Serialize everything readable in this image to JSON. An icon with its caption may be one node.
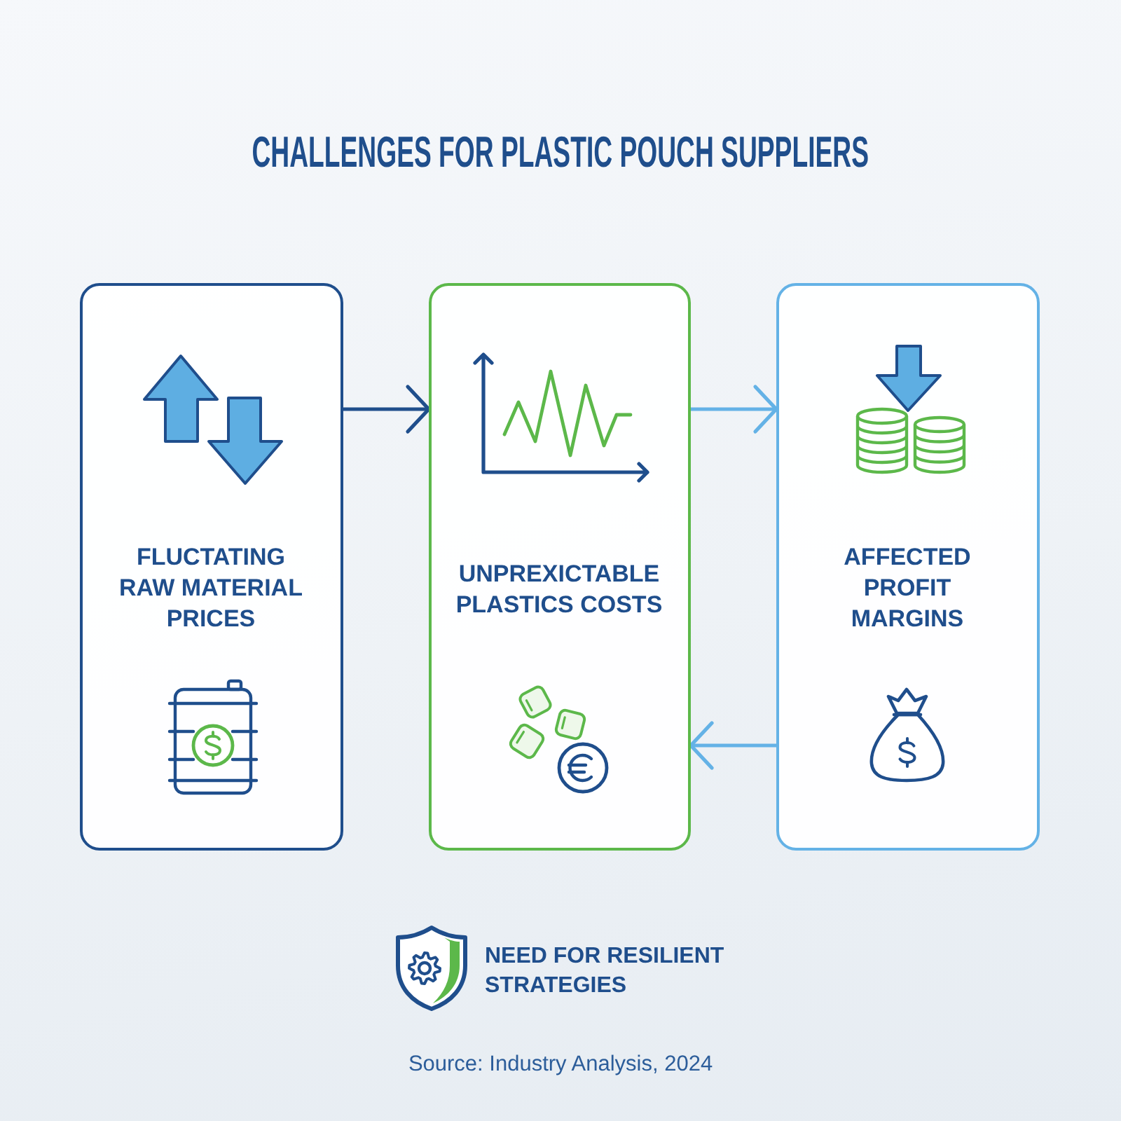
{
  "diagram": {
    "title": "CHALLENGES FOR PLASTIC POUCH SUPPLIERS",
    "nodes": [
      {
        "text": [
          "FLUCTATING RAW MATERIAL PRICES"
        ]
      },
      {
        "text": [
          "UNPREXICTABLE PLASTICS COSTS"
        ]
      },
      {
        "text": [
          "AFFECTED PROFIT MARGINS"
        ]
      }
    ],
    "edges": [
      {
        "from": 0,
        "to": 1,
        "arrow": "to",
        "color": "#1f4e8c"
      },
      {
        "from": 1,
        "to": 2,
        "arrow": "to"
      },
      {
        "from": 2,
        "to": 1,
        "arrow": "to"
      }
    ],
    "labels": [
      "NEED FOR RESILIENT STRATEGIES",
      "Source: Industry Analysis, 2024"
    ]
  }
}
